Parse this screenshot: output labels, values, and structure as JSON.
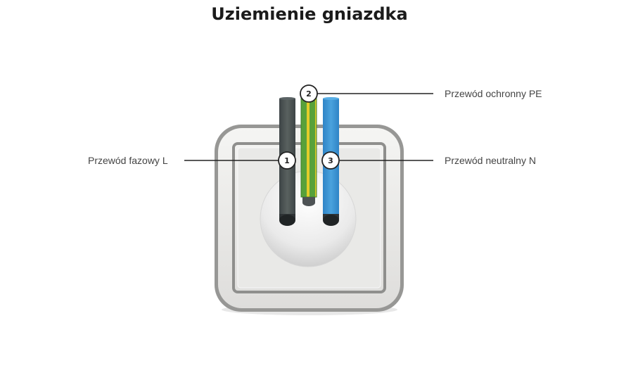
{
  "title": "Uziemienie gniazdka",
  "labels": {
    "pe": "Przewód ochronny PE",
    "phase": "Przewód fazowy L",
    "neutral": "Przewód neutralny N"
  },
  "markers": {
    "phase": "1",
    "pe": "2",
    "neutral": "3"
  },
  "colors": {
    "phase_wire": "#4b5356",
    "pe_green": "#57a13a",
    "pe_yellow": "#e3cc2a",
    "neutral_wire": "#3a93d2",
    "plate": "#e7e7e5",
    "frame": "#8d8d8b"
  }
}
